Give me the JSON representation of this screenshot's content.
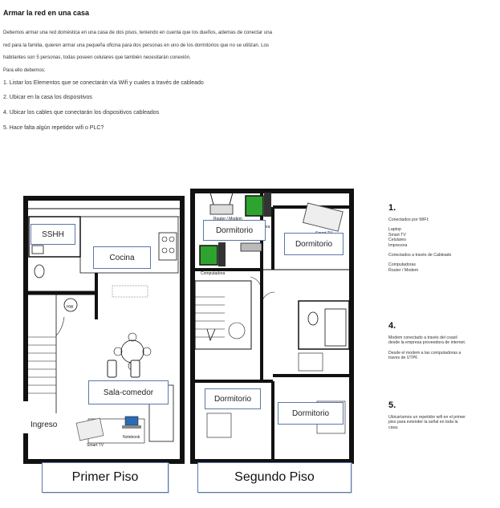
{
  "doc": {
    "title": "Armar la red en una casa",
    "intro": [
      "Debemos armar una red doméstica en una casa de dos pisos, teniendo en cuenta que los dueños, ademas de conectar una",
      "red para la familia, quieren armar una pequeña oficina para dos personas en uno de los dormitorios que no se utilizan. Los",
      "habitantes son 5 personas, todas poseen celulares que también necesitarán conexión.",
      "Para ello debemos:"
    ],
    "items": [
      "1. Listar los Elementos que se conectarán vía Wifi y cuales a través de cableado",
      "2. Ubicar en la casa los dispositivos",
      "4. Ubicar los cables que conectarán los dispositivos cableados",
      "5. Hace falta algún repetidor wifi o PLC?"
    ]
  },
  "plan": {
    "first_floor": {
      "title": "Primer Piso",
      "rooms": {
        "sshh": "SSHH",
        "kitchen": "Cocina",
        "living": "Sala-comedor",
        "entrance": "Ingreso"
      },
      "labels": {
        "notebook": "Notebook",
        "smart_tv": "Smart TV",
        "hw": "HW"
      }
    },
    "second_floor": {
      "title": "Segundo Piso",
      "rooms": {
        "bed1": "Dormitorio",
        "bed2": "Dormitorio",
        "bed3": "Dormitorio",
        "bed4": "Dormitorio"
      },
      "labels": {
        "router": "Router / Modem",
        "pc1": "Computadora",
        "pc2": "Computadora",
        "smart_tv": "Smart TV"
      }
    }
  },
  "notes": [
    {
      "number": "1.",
      "paragraphs": [
        "Conectados por WIFI:",
        "Laptop\nSmart TV\nCelulares\nImpresora",
        "Conectados a través de Cableado",
        "Computadoras\nRouter / Modem"
      ]
    },
    {
      "number": "4.",
      "paragraphs": [
        "Modem conectado a través del coaxil desde la empresa proveedora de internet.",
        "Desde el modem a las computadoras a traves de UTP6"
      ]
    },
    {
      "number": "5.",
      "paragraphs": [
        "Ubicaríamos un repetidor wifi en el primer piso para extender la señal en toda la casa."
      ]
    }
  ],
  "colors": {
    "wall": "#111111",
    "label_border": "#5a78a8",
    "monitor": "#2fa32f"
  }
}
